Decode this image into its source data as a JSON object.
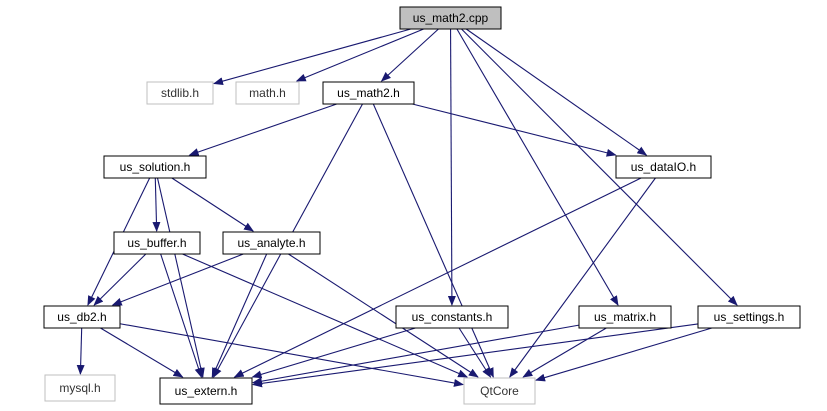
{
  "graph": {
    "nodes": [
      {
        "id": "us_math2_cpp",
        "label": "us_math2.cpp",
        "style": "root"
      },
      {
        "id": "stdlib_h",
        "label": "stdlib.h",
        "style": "external"
      },
      {
        "id": "math_h",
        "label": "math.h",
        "style": "external"
      },
      {
        "id": "us_math2_h",
        "label": "us_math2.h",
        "style": "normal"
      },
      {
        "id": "us_solution_h",
        "label": "us_solution.h",
        "style": "normal"
      },
      {
        "id": "us_dataIO_h",
        "label": "us_dataIO.h",
        "style": "normal"
      },
      {
        "id": "us_buffer_h",
        "label": "us_buffer.h",
        "style": "normal"
      },
      {
        "id": "us_analyte_h",
        "label": "us_analyte.h",
        "style": "normal"
      },
      {
        "id": "us_db2_h",
        "label": "us_db2.h",
        "style": "normal"
      },
      {
        "id": "us_constants_h",
        "label": "us_constants.h",
        "style": "normal"
      },
      {
        "id": "us_matrix_h",
        "label": "us_matrix.h",
        "style": "normal"
      },
      {
        "id": "us_settings_h",
        "label": "us_settings.h",
        "style": "normal"
      },
      {
        "id": "mysql_h",
        "label": "mysql.h",
        "style": "external"
      },
      {
        "id": "us_extern_h",
        "label": "us_extern.h",
        "style": "normal"
      },
      {
        "id": "QtCore",
        "label": "QtCore",
        "style": "external"
      }
    ],
    "edges": [
      [
        "us_math2_cpp",
        "stdlib_h"
      ],
      [
        "us_math2_cpp",
        "math_h"
      ],
      [
        "us_math2_cpp",
        "us_math2_h"
      ],
      [
        "us_math2_cpp",
        "us_dataIO_h"
      ],
      [
        "us_math2_cpp",
        "us_constants_h"
      ],
      [
        "us_math2_cpp",
        "us_matrix_h"
      ],
      [
        "us_math2_cpp",
        "us_settings_h"
      ],
      [
        "us_math2_h",
        "us_solution_h"
      ],
      [
        "us_math2_h",
        "us_dataIO_h"
      ],
      [
        "us_math2_h",
        "us_extern_h"
      ],
      [
        "us_math2_h",
        "QtCore"
      ],
      [
        "us_solution_h",
        "us_buffer_h"
      ],
      [
        "us_solution_h",
        "us_analyte_h"
      ],
      [
        "us_solution_h",
        "us_db2_h"
      ],
      [
        "us_solution_h",
        "us_extern_h"
      ],
      [
        "us_dataIO_h",
        "us_extern_h"
      ],
      [
        "us_dataIO_h",
        "QtCore"
      ],
      [
        "us_buffer_h",
        "us_db2_h"
      ],
      [
        "us_buffer_h",
        "us_extern_h"
      ],
      [
        "us_buffer_h",
        "QtCore"
      ],
      [
        "us_analyte_h",
        "us_db2_h"
      ],
      [
        "us_analyte_h",
        "us_extern_h"
      ],
      [
        "us_analyte_h",
        "QtCore"
      ],
      [
        "us_db2_h",
        "mysql_h"
      ],
      [
        "us_db2_h",
        "us_extern_h"
      ],
      [
        "us_db2_h",
        "QtCore"
      ],
      [
        "us_constants_h",
        "us_extern_h"
      ],
      [
        "us_constants_h",
        "QtCore"
      ],
      [
        "us_matrix_h",
        "us_extern_h"
      ],
      [
        "us_matrix_h",
        "QtCore"
      ],
      [
        "us_settings_h",
        "us_extern_h"
      ],
      [
        "us_settings_h",
        "QtCore"
      ]
    ]
  },
  "colors": {
    "edge": "#191970",
    "root_fill": "#bfbfbf",
    "node_border": "#000000",
    "external_border": "#bfbfbf",
    "external_text": "#333333",
    "text": "#000000"
  }
}
